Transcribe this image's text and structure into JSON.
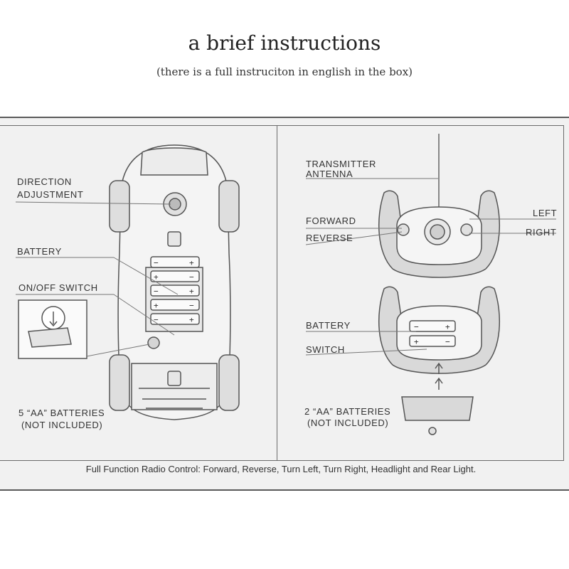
{
  "title": "a brief instructions",
  "subtitle": "(there is a full instruciton in english in the box)",
  "car": {
    "direction_adjustment_line1": "DIRECTION",
    "direction_adjustment_line2": "ADJUSTMENT",
    "battery": "BATTERY",
    "onoff_switch": "ON/OFF SWITCH",
    "batteries_line1": "5 “AA” BATTERIES",
    "batteries_line2": "(NOT INCLUDED)"
  },
  "transmitter": {
    "antenna_line1": "TRANSMITTER",
    "antenna_line2": "ANTENNA",
    "forward": "FORWARD",
    "reverse": "REVERSE",
    "left": "LEFT",
    "right": "RIGHT",
    "battery": "BATTERY",
    "switch": "SWITCH",
    "batteries_line1": "2 “AA” BATTERIES",
    "batteries_line2": "(NOT INCLUDED)"
  },
  "footer": "Full Function Radio Control: Forward, Reverse, Turn Left, Turn Right, Headlight and Rear Light."
}
